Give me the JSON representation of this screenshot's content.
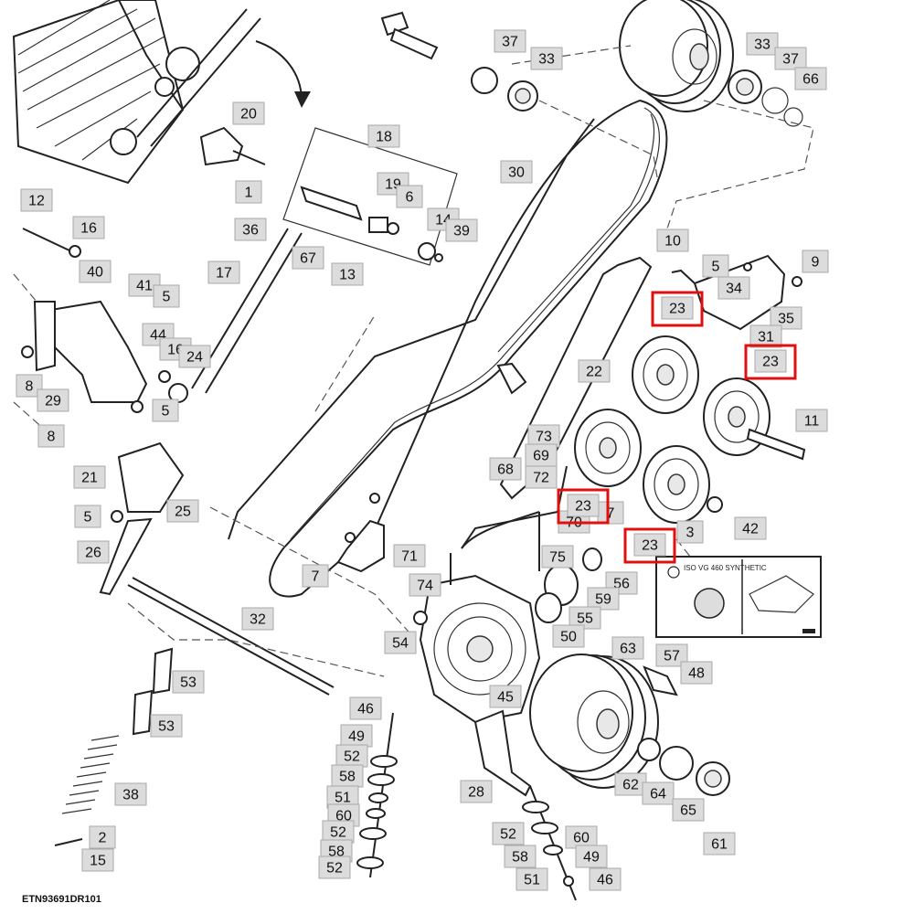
{
  "figure_id": "ETN93691DR101",
  "callouts": [
    "1",
    "2",
    "3",
    "5",
    "6",
    "7",
    "8",
    "9",
    "10",
    "11",
    "12",
    "13",
    "14",
    "15",
    "16",
    "17",
    "18",
    "19",
    "20",
    "21",
    "22",
    "23",
    "24",
    "25",
    "26",
    "28",
    "29",
    "30",
    "31",
    "32",
    "33",
    "34",
    "35",
    "36",
    "37",
    "38",
    "39",
    "40",
    "41",
    "42",
    "44",
    "45",
    "46",
    "48",
    "49",
    "50",
    "51",
    "52",
    "53",
    "54",
    "55",
    "56",
    "57",
    "58",
    "59",
    "60",
    "61",
    "62",
    "63",
    "64",
    "65",
    "66",
    "67",
    "68",
    "69",
    "70",
    "71",
    "72",
    "73",
    "74",
    "75"
  ],
  "highlighted_callout": "23",
  "highlight_color": "#e01010",
  "decal_text": "ISO VG 460 SYNTHETIC"
}
